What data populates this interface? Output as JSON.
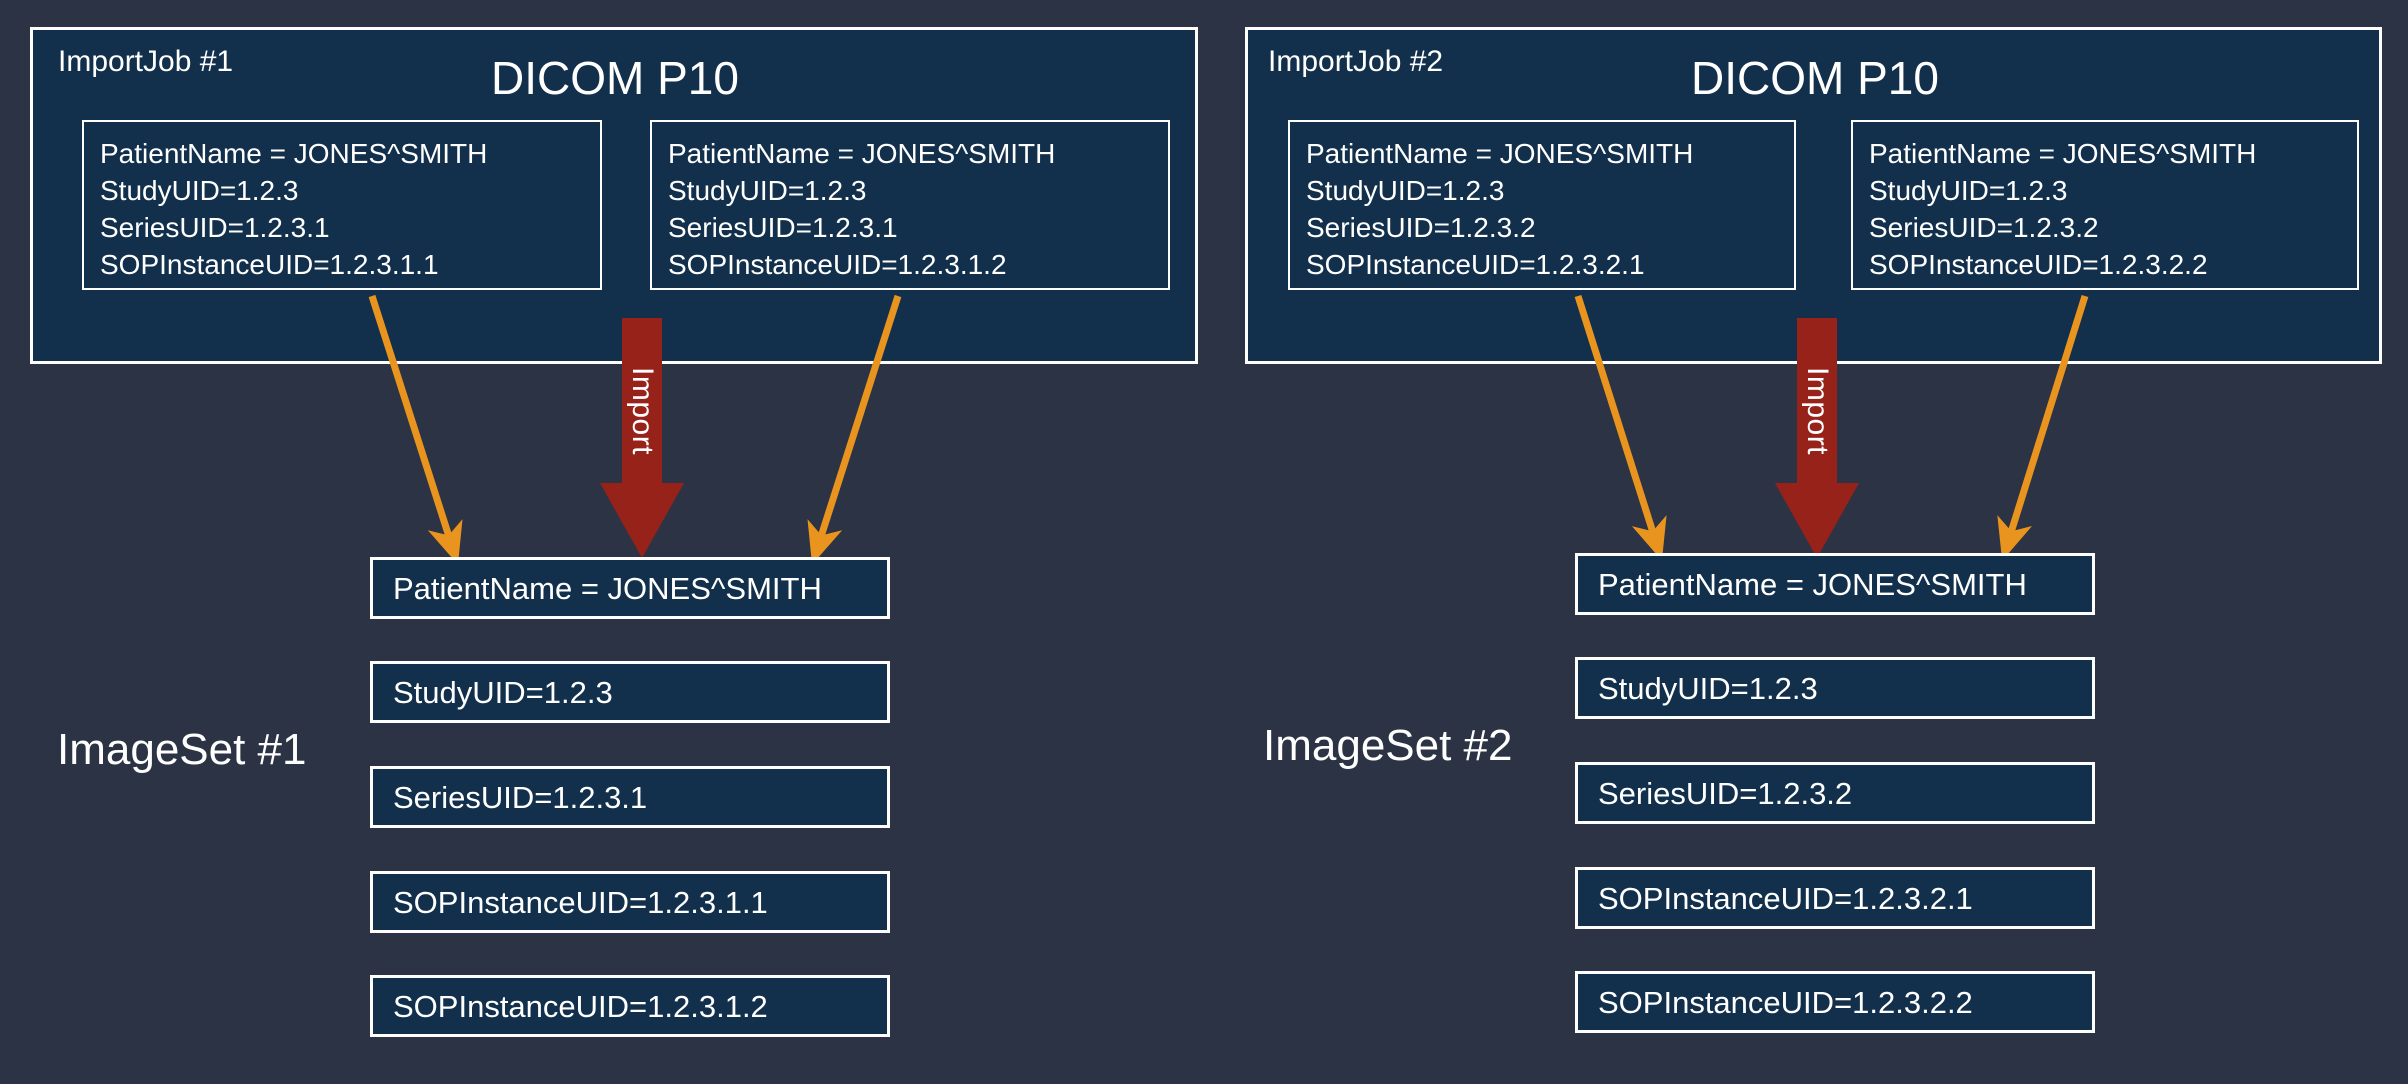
{
  "canvas": {
    "background": "#2b3344",
    "panel_fill": "#12304c",
    "border": "#ffffff",
    "import_arrow_color": "#96221a",
    "connector_color": "#e8941f"
  },
  "jobs": [
    {
      "label": "ImportJob #1",
      "title": "DICOM P10",
      "import_arrow_label": "Import",
      "instances": [
        {
          "lines": [
            "PatientName = JONES^SMITH",
            "StudyUID=1.2.3",
            "SeriesUID=1.2.3.1",
            "SOPInstanceUID=1.2.3.1.1"
          ]
        },
        {
          "lines": [
            "PatientName = JONES^SMITH",
            "StudyUID=1.2.3",
            "SeriesUID=1.2.3.1",
            "SOPInstanceUID=1.2.3.1.2"
          ]
        }
      ]
    },
    {
      "label": "ImportJob #2",
      "title": "DICOM P10",
      "import_arrow_label": "Import",
      "instances": [
        {
          "lines": [
            "PatientName = JONES^SMITH",
            "StudyUID=1.2.3",
            "SeriesUID=1.2.3.2",
            "SOPInstanceUID=1.2.3.2.1"
          ]
        },
        {
          "lines": [
            "PatientName = JONES^SMITH",
            "StudyUID=1.2.3",
            "SeriesUID=1.2.3.2",
            "SOPInstanceUID=1.2.3.2.2"
          ]
        }
      ]
    }
  ],
  "imagesets": [
    {
      "label": "ImageSet #1",
      "attributes": [
        "PatientName = JONES^SMITH",
        "StudyUID=1.2.3",
        "SeriesUID=1.2.3.1",
        "SOPInstanceUID=1.2.3.1.1",
        "SOPInstanceUID=1.2.3.1.2"
      ]
    },
    {
      "label": "ImageSet #2",
      "attributes": [
        "PatientName = JONES^SMITH",
        "StudyUID=1.2.3",
        "SeriesUID=1.2.3.2",
        "SOPInstanceUID=1.2.3.2.1",
        "SOPInstanceUID=1.2.3.2.2"
      ]
    }
  ]
}
